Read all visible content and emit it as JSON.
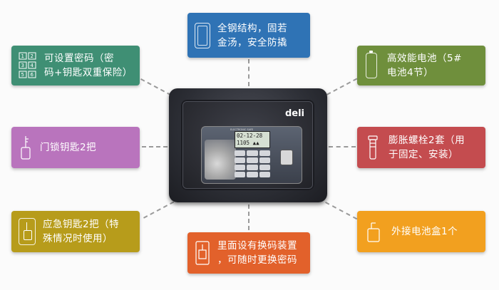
{
  "brand": "deli",
  "safe": {
    "lcd_line1": "02-12-28",
    "lcd_line2": "1105",
    "lcd_line2_suffix": "▲▲",
    "panel_tag": "ELECTRONIC SAFE"
  },
  "features": [
    {
      "id": "steel",
      "color": "#2f73b5",
      "icon": "door-panel-icon",
      "line1": "全钢结构，固若",
      "line2": "金汤，安全防撬"
    },
    {
      "id": "password",
      "color": "#3f8f74",
      "icon": "keypad-icon",
      "line1": "可设置密码（密",
      "line2": "码+钥匙双重保险）"
    },
    {
      "id": "battery",
      "color": "#6f8f3c",
      "icon": "battery-icon",
      "line1": "高效能电池（5#",
      "line2": "电池4节）"
    },
    {
      "id": "doorkey",
      "color": "#b974bd",
      "icon": "key-icon",
      "line1": "门锁钥匙2把",
      "line2": ""
    },
    {
      "id": "bolts",
      "color": "#c44c4f",
      "icon": "bolt-icon",
      "line1": "膨胀螺栓2套（用",
      "line2": "于固定、安装）"
    },
    {
      "id": "emergency",
      "color": "#b79c1b",
      "icon": "emergency-key-icon",
      "line1": "应急钥匙2把（特",
      "line2": "殊情况时使用）"
    },
    {
      "id": "changecode",
      "color": "#e2612b",
      "icon": "gear-lock-icon",
      "line1": "里面设有换码装置",
      "line2": "，可随时更换密码"
    },
    {
      "id": "external",
      "color": "#f2a01f",
      "icon": "battery-box-icon",
      "line1": "外接电池盒1个",
      "line2": ""
    }
  ]
}
